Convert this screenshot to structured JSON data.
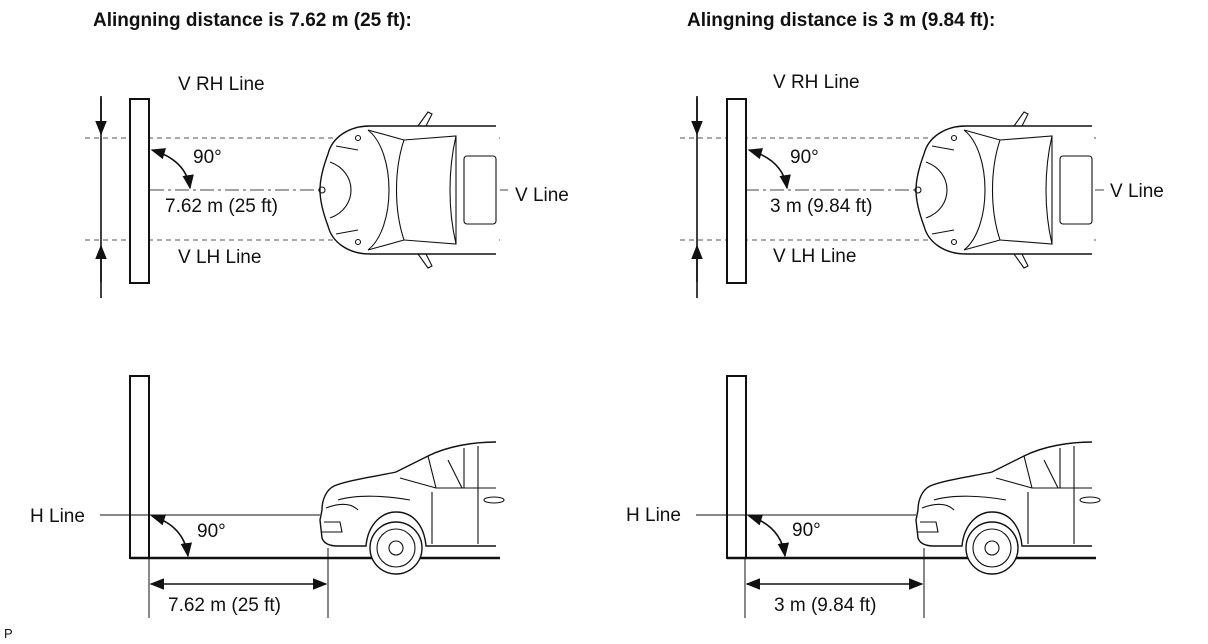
{
  "left": {
    "title": "Alingning distance is 7.62 m (25 ft):",
    "v_rh_line": "V RH Line",
    "v_lh_line": "V LH Line",
    "v_line": "V Line",
    "h_line": "H Line",
    "angle_top": "90°",
    "angle_bottom": "90°",
    "distance_top": "7.62 m (25 ft)",
    "distance_bottom": "7.62 m (25 ft)"
  },
  "right": {
    "title": "Alingning distance is 3 m (9.84 ft):",
    "v_rh_line": "V RH Line",
    "v_lh_line": "V LH Line",
    "v_line": "V Line",
    "h_line": "H Line",
    "angle_top": "90°",
    "angle_bottom": "90°",
    "distance_top": "3 m (9.84 ft)",
    "distance_bottom": "3 m (9.84 ft)"
  },
  "corner_mark": "P"
}
